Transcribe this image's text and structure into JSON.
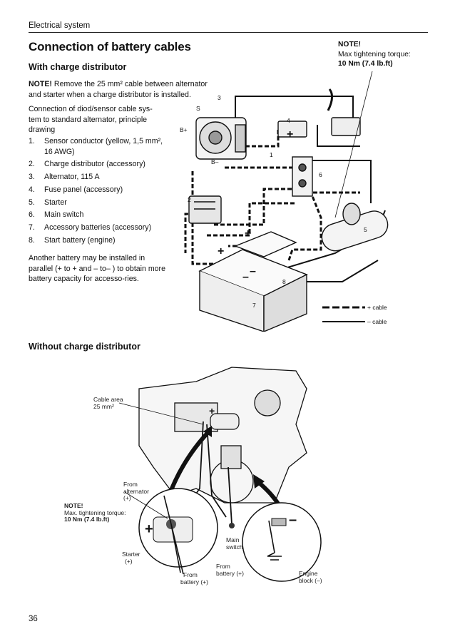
{
  "header": {
    "section": "Electrical system"
  },
  "title": "Connection of battery cables",
  "subtitle1": "With charge distributor",
  "note1": {
    "label": "NOTE!",
    "text": "Remove the 25 mm² cable between alternator and starter when a charge distributor is installed."
  },
  "intro": "Connection of diod/sensor cable sys-tem to standard alternator, principle drawing",
  "items": [
    {
      "num": "1.",
      "text": "Sensor conductor (yellow, 1,5 mm², 16 AWG)"
    },
    {
      "num": "2.",
      "text": "Charge distributor (accessory)"
    },
    {
      "num": "3.",
      "text": "Alternator, 115 A"
    },
    {
      "num": "4.",
      "text": "Fuse panel (accessory)"
    },
    {
      "num": "5.",
      "text": "Starter"
    },
    {
      "num": "6.",
      "text": "Main switch"
    },
    {
      "num": "7.",
      "text": "Accessory batteries (accessory)"
    },
    {
      "num": "8.",
      "text": "Start battery (engine)"
    }
  ],
  "another": "Another battery may be installed in parallel (+ to + and – to– ) to obtain more battery capacity for accesso-ries.",
  "note2": {
    "label": "NOTE!",
    "line1": "Max tightening torque:",
    "torque": "10 Nm (7.4 lb.ft)"
  },
  "diagram1": {
    "numbers": [
      "1",
      "2",
      "3",
      "4",
      "5",
      "6",
      "7",
      "8"
    ],
    "terminals": {
      "s": "S",
      "bplus": "B+",
      "bminus": "B–"
    },
    "legend": {
      "plus": "+ cable",
      "minus": "– cable"
    }
  },
  "subtitle2": "Without charge distributor",
  "diagram2": {
    "cable_area": "Cable area",
    "cable_size": "25 mm²",
    "from_alternator": [
      "From",
      "alternator",
      "(+)"
    ],
    "note_label": "NOTE!",
    "note_line1": "Max. tightening torque:",
    "note_torque": "10 Nm (7.4 lb.ft)",
    "starter": [
      "Starter",
      "(+)"
    ],
    "from_battery_plus_a": [
      "From",
      "battery  (+)"
    ],
    "from_battery_plus_b": [
      "From",
      "battery  (+)"
    ],
    "main_switch": [
      "Main",
      "switch"
    ],
    "engine_block": [
      "Engine",
      "block  (–)"
    ]
  },
  "page_number": "36"
}
